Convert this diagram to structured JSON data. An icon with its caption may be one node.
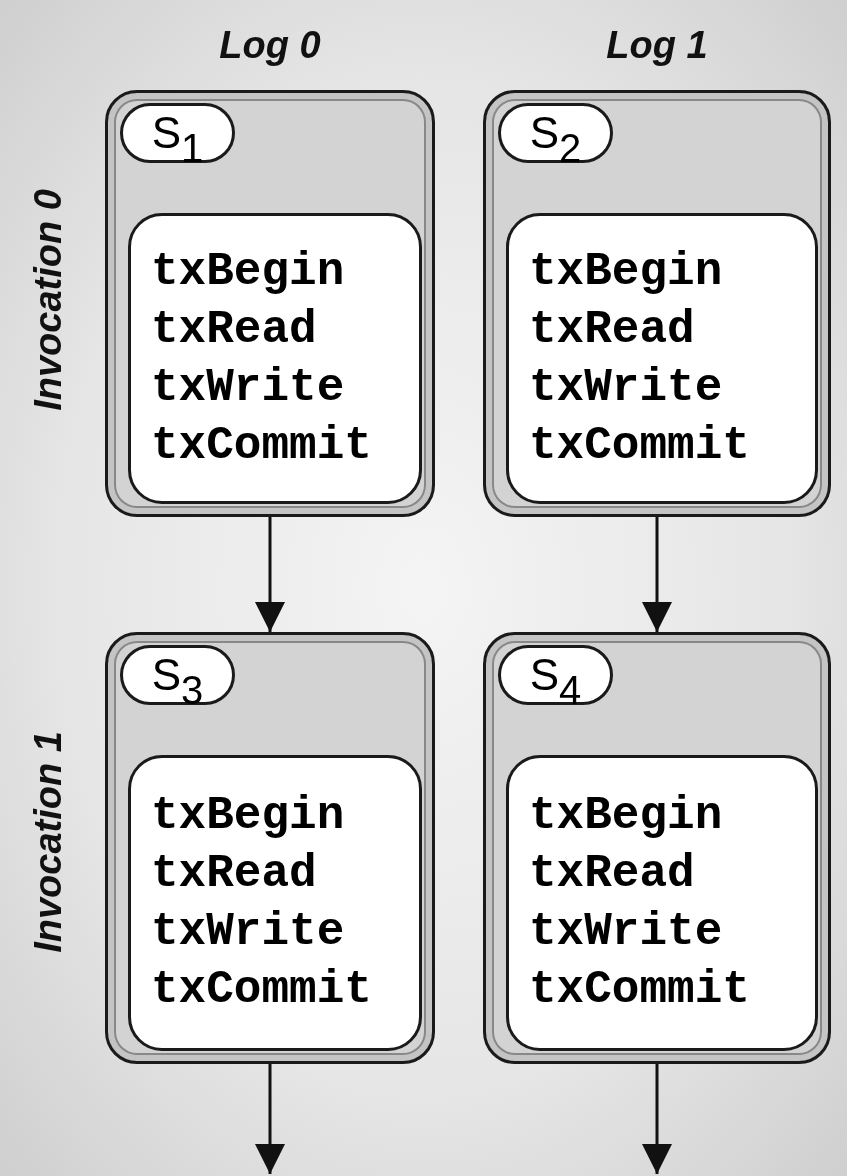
{
  "diagram": {
    "nodes": [
      {
        "text": [],
        "shape": "box"
      },
      {
        "text": [
          "S$_{1}$"
        ],
        "in": 0
      },
      {
        "text": [
          "txBegin",
          "txRead",
          "txWrite",
          "txCommit"
        ],
        "in": 0
      },
      {
        "text": [],
        "shape": "box"
      },
      {
        "text": [
          "S$_{2}$"
        ],
        "in": 3
      },
      {
        "text": [
          "txBegin",
          "txRead",
          "txWrite",
          "txCommit"
        ],
        "in": 3
      },
      {
        "text": [],
        "shape": "box"
      },
      {
        "text": [
          "S$_{3}$"
        ],
        "in": 6
      },
      {
        "text": [
          "txBegin",
          "txRead",
          "txWrite",
          "txCommit"
        ],
        "in": 6
      },
      {
        "text": [],
        "shape": "box"
      },
      {
        "text": [
          "S$_{4}$"
        ],
        "in": 9
      },
      {
        "text": [
          "txBegin",
          "txRead",
          "txWrite",
          "txCommit"
        ],
        "in": 9
      }
    ],
    "edges": [
      {
        "from": 0,
        "to": 6,
        "arrow": "to"
      },
      {
        "from": 3,
        "to": 9,
        "arrow": "to"
      },
      {
        "from": 6,
        "to": null,
        "arrow": "to"
      },
      {
        "from": 9,
        "to": null,
        "arrow": "to"
      }
    ],
    "labels": [
      "Log 0",
      "Log 1",
      "Invocation 0",
      "Invocation 1"
    ]
  }
}
